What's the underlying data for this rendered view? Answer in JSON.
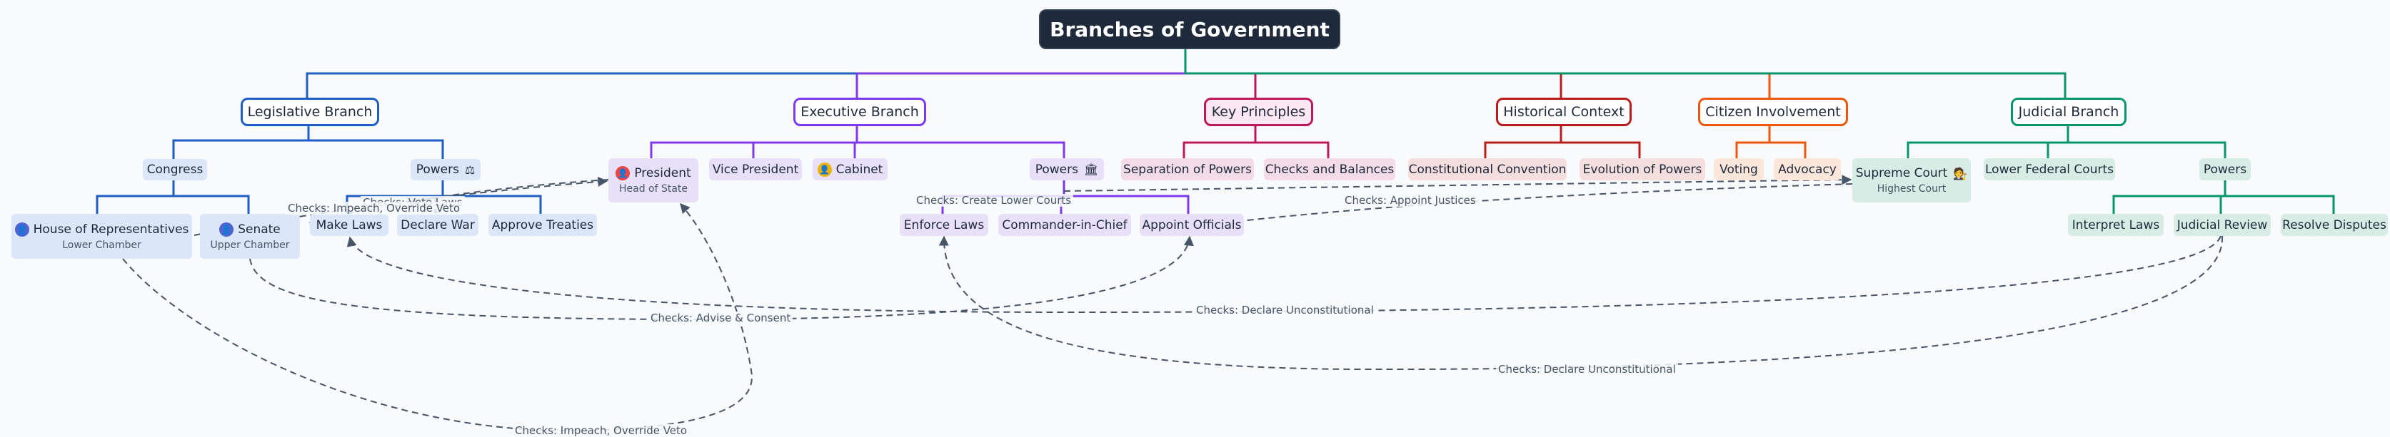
{
  "title": "Branches of Government",
  "branches": {
    "legislative": "Legislative Branch",
    "executive": "Executive Branch",
    "principles": "Key Principles",
    "history": "Historical Context",
    "citizen": "Citizen Involvement",
    "judicial": "Judicial Branch"
  },
  "legislative": {
    "congress": "Congress",
    "powers": "Powers",
    "powers_icon": "⚖",
    "house": "House of Representatives",
    "house_sub": "Lower Chamber",
    "senate": "Senate",
    "senate_sub": "Upper Chamber",
    "make_laws": "Make Laws",
    "declare_war": "Declare War",
    "approve_treaties": "Approve Treaties"
  },
  "executive": {
    "president": "President",
    "president_sub": "Head of State",
    "vice_president": "Vice President",
    "cabinet": "Cabinet",
    "powers": "Powers",
    "powers_icon": "🏛",
    "enforce_laws": "Enforce Laws",
    "commander": "Commander-in-Chief",
    "appoint": "Appoint Officials"
  },
  "principles": {
    "separation": "Separation of Powers",
    "checks": "Checks and Balances"
  },
  "history": {
    "convention": "Constitutional Convention",
    "evolution": "Evolution of Powers"
  },
  "citizen": {
    "voting": "Voting",
    "advocacy": "Advocacy"
  },
  "judicial": {
    "supreme": "Supreme Court",
    "supreme_icon": "🧑‍⚖️",
    "supreme_sub": "Highest Court",
    "lower": "Lower Federal Courts",
    "powers": "Powers",
    "interpret": "Interpret Laws",
    "review": "Judicial Review",
    "resolve": "Resolve Disputes"
  },
  "edges": {
    "veto": "Checks: Veto Laws",
    "impeach_override": "Checks: Impeach, Override Veto",
    "create_courts": "Checks: Create Lower Courts",
    "appoint_justices": "Checks: Appoint Justices",
    "advise_consent": "Checks: Advise & Consent",
    "declare_unconst_1": "Checks: Declare Unconstitutional",
    "declare_unconst_2": "Checks: Declare Unconstitutional",
    "impeach_override_2": "Checks: Impeach, Override Veto"
  },
  "colors": {
    "legislative": "#1d5fc4",
    "executive": "#7c3aed",
    "principles": "#be185d",
    "history": "#b91c1c",
    "citizen": "#ea580c",
    "judicial": "#059669",
    "leaf_legislative": "#dbe6f9",
    "leaf_executive": "#e7e0f8",
    "leaf_principles": "#f3dce7",
    "leaf_history": "#f5dede",
    "leaf_citizen": "#fbe6d9",
    "leaf_judicial": "#d7ece4",
    "check_edge": "#475569"
  }
}
